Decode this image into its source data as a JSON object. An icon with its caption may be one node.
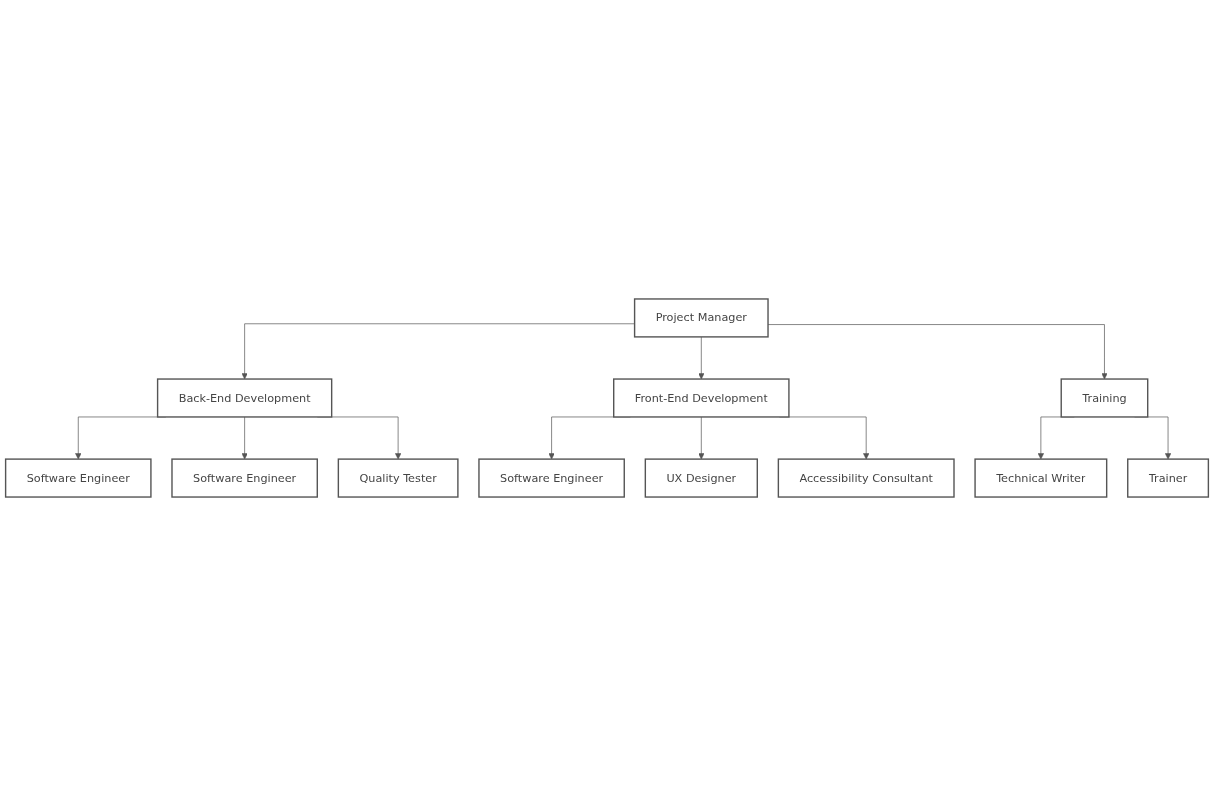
{
  "diagram": {
    "nodes": [
      {
        "text": [
          "Project Manager"
        ]
      },
      {
        "text": [
          "Back-End Development"
        ]
      },
      {
        "text": [
          "Front-End Development"
        ]
      },
      {
        "text": [
          "Training"
        ]
      },
      {
        "text": [
          "Software Engineer"
        ]
      },
      {
        "text": [
          "Software Engineer"
        ]
      },
      {
        "text": [
          "Quality Tester"
        ]
      },
      {
        "text": [
          "Software Engineer"
        ]
      },
      {
        "text": [
          "UX Designer"
        ]
      },
      {
        "text": [
          "Accessibility Consultant"
        ]
      },
      {
        "text": [
          "Technical Writer"
        ]
      },
      {
        "text": [
          "Trainer"
        ]
      }
    ],
    "edges": [
      {
        "from": 0,
        "to": 1,
        "arrow": "to"
      },
      {
        "from": 0,
        "to": 2,
        "arrow": "to"
      },
      {
        "from": 0,
        "to": 3,
        "arrow": "to"
      },
      {
        "from": 1,
        "to": 4,
        "arrow": "to"
      },
      {
        "from": 1,
        "to": 5,
        "arrow": "to"
      },
      {
        "from": 1,
        "to": 6,
        "arrow": "to"
      },
      {
        "from": 2,
        "to": 7,
        "arrow": "to"
      },
      {
        "from": 2,
        "to": 8,
        "arrow": "to"
      },
      {
        "from": 2,
        "to": 9,
        "arrow": "to"
      },
      {
        "from": 3,
        "to": 10,
        "arrow": "to"
      },
      {
        "from": 3,
        "to": 11,
        "arrow": "to"
      }
    ]
  }
}
